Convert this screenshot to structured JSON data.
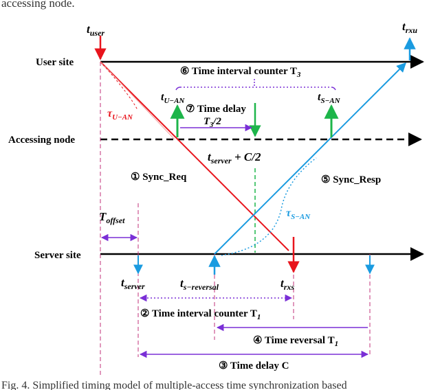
{
  "header_fragment": "accessing node.",
  "caption": "Fig. 4. Simplified timing model of multiple-access time synchronization based",
  "colors": {
    "black": "#000000",
    "red": "#e8141c",
    "blue": "#1a9be0",
    "green": "#1db54a",
    "purple": "#7a2fd6",
    "pink_dashed": "#c0307a"
  },
  "rows": {
    "user_site": "User site",
    "accessing_node": "Accessing node",
    "server_site": "Server site"
  },
  "labels": {
    "t_user_main": "t",
    "t_user_sub": "user",
    "t_rxu_main": "t",
    "t_rxu_sub": "rxu",
    "t_u_an_main": "t",
    "t_u_an_sub": "U−AN",
    "t_s_an_main": "t",
    "t_s_an_sub": "S−AN",
    "tau_u_an_main": "τ",
    "tau_u_an_sub": "U−AN",
    "tau_s_an_main": "τ",
    "tau_s_an_sub": "S−AN",
    "t3_half": "T",
    "t3_half_sub": "3",
    "t3_half_rest": "/2",
    "t_server_c2_main": "t",
    "t_server_c2_sub": "server",
    "t_server_c2_rest": " + C/2",
    "t_offset_main": "T",
    "t_offset_sub": "offset",
    "t_server_main": "t",
    "t_server_sub": "server",
    "t_reversal_main": "t",
    "t_reversal_sub": "s−reversal",
    "t_rxs_main": "t",
    "t_rxs_sub": "rxs"
  },
  "annotations": {
    "a6": "⑥ Time interval counter T",
    "a6_sub": "3",
    "a7": "⑦ Time delay",
    "a1": "① Sync_Req",
    "a5": "⑤ Sync_Resp",
    "a2": "② Time interval counter T",
    "a2_sub": "1",
    "a4": "④ Time reversal T",
    "a4_sub": "1",
    "a3": "③ Time delay C"
  }
}
